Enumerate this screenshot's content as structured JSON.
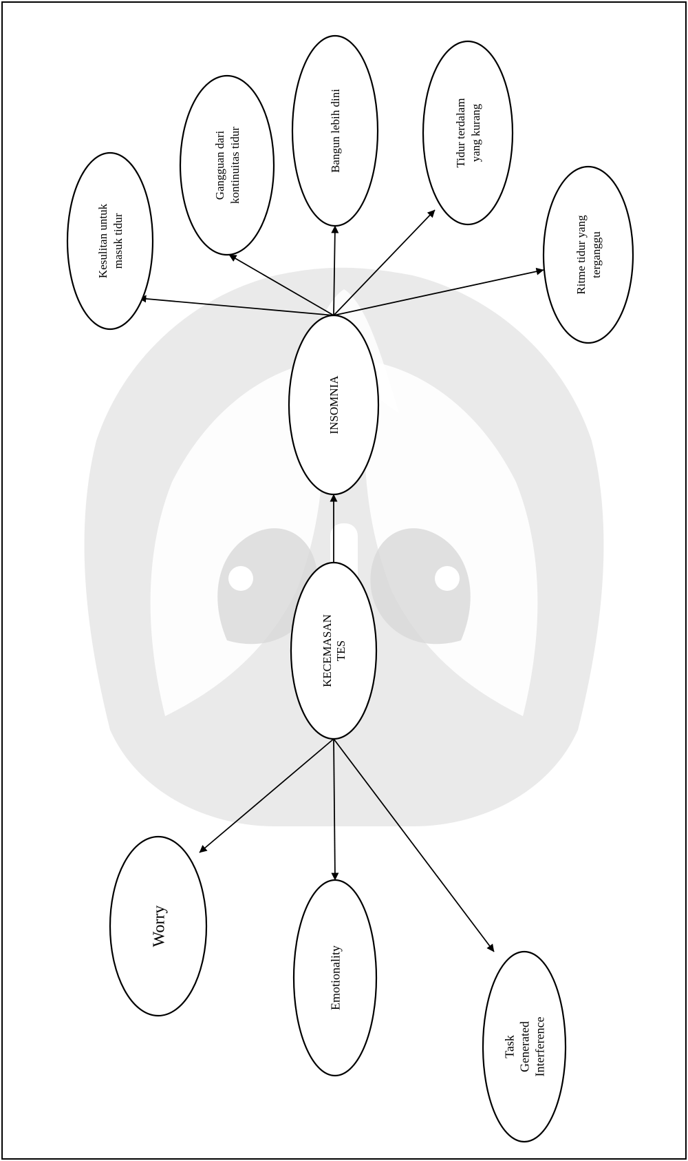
{
  "colors": {
    "line": "#000000",
    "watermark": "#d8d8d8",
    "background": "#ffffff"
  },
  "watermark": {
    "name": "university-emblem-watermark"
  },
  "nodes": {
    "kecemasan": {
      "lines": [
        "KECEMASAN",
        "TES"
      ]
    },
    "insomnia": {
      "lines": [
        "INSOMNIA"
      ]
    },
    "kesulitan": {
      "lines": [
        "Kesulitan untuk",
        "masuk tidur"
      ]
    },
    "gangguan": {
      "lines": [
        "Gangguan dari",
        "kontinuitas tidur"
      ]
    },
    "bangun": {
      "lines": [
        "Bangun lebih dini"
      ]
    },
    "tidur_terdalam": {
      "lines": [
        "Tidur terdalam",
        "yang kurang"
      ]
    },
    "ritme": {
      "lines": [
        "Ritme tidur yang",
        "terganggu"
      ]
    },
    "worry": {
      "lines": [
        "Worry"
      ]
    },
    "emotionality": {
      "lines": [
        "Emotionality"
      ]
    },
    "task": {
      "lines": [
        "Task",
        "Generated",
        "Interference"
      ]
    }
  },
  "edges": [
    {
      "from": "kecemasan",
      "to": "insomnia"
    },
    {
      "from": "insomnia",
      "to": "kesulitan"
    },
    {
      "from": "insomnia",
      "to": "gangguan"
    },
    {
      "from": "insomnia",
      "to": "bangun"
    },
    {
      "from": "insomnia",
      "to": "tidur_terdalam"
    },
    {
      "from": "insomnia",
      "to": "ritme"
    },
    {
      "from": "kecemasan",
      "to": "worry"
    },
    {
      "from": "kecemasan",
      "to": "emotionality"
    },
    {
      "from": "kecemasan",
      "to": "task"
    }
  ]
}
